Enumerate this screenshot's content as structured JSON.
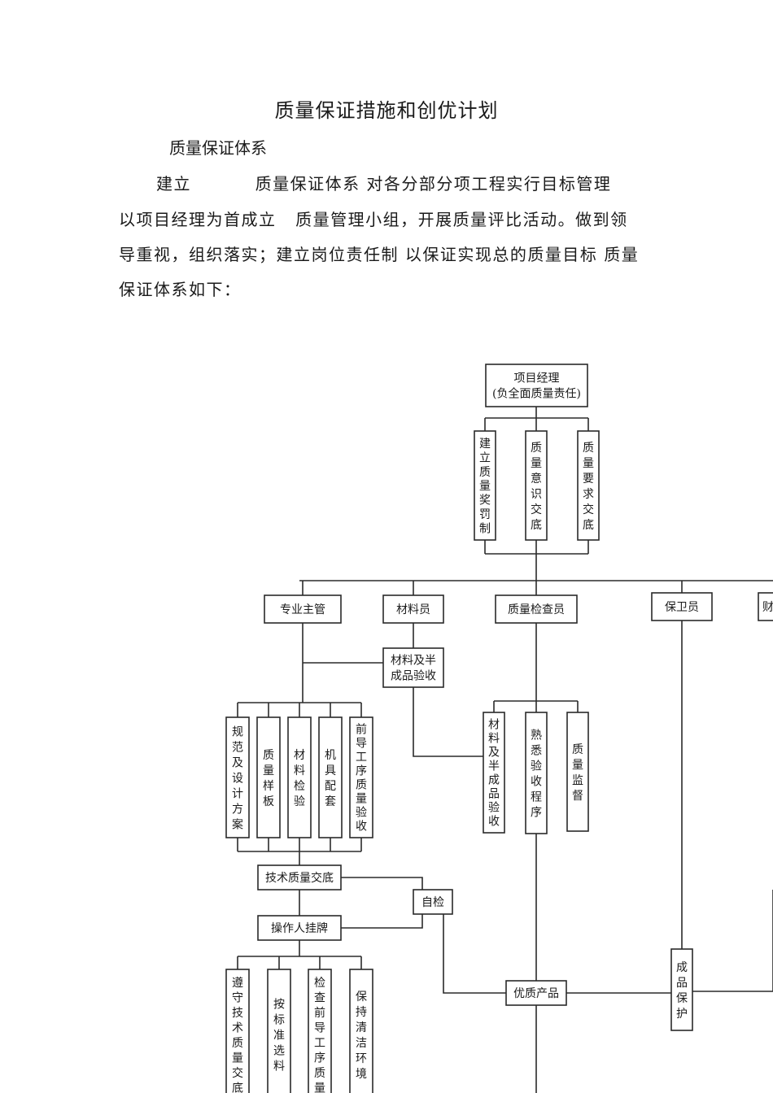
{
  "document": {
    "title": "质量保证措施和创优计划",
    "heading": "质量保证体系",
    "paragraph_lines": [
      "建立          质量保证体系 对各分部分项工程实行目标管理",
      "以项目经理为首成立   质量管理小组，开展质量评比活动。做到领",
      "导重视，组织落实；建立岗位责任制 以保证实现总的质量目标 质量",
      "保证体系如下："
    ]
  },
  "diagram": {
    "top": [
      "项目经理",
      "(负全面质量责任)"
    ],
    "management_measures": [
      "建立质量奖罚制",
      "质量意识交底",
      "质量要求交底"
    ],
    "roles": [
      "专业主管",
      "材料员",
      "质量检查员",
      "保卫员",
      "财"
    ],
    "material_acceptance": [
      "材料及半",
      "成品验收"
    ],
    "tech_checks": [
      "规范及设计方案",
      "质量样板",
      "材料检验",
      "机具配套",
      "前导工序质量验收"
    ],
    "inspector_tasks": [
      "材料及半成品验收",
      "熟悉验收程序",
      "质量监督"
    ],
    "tech_briefing": "技术质量交底",
    "self_check": "自检",
    "operator_tag": "操作人挂牌",
    "worker_rules": [
      "遵守技术质量交底",
      "按标准选料",
      "检查前导工序质量",
      "保持清洁环境"
    ],
    "quality_product": "优质产品",
    "product_protection": "成品保护"
  }
}
